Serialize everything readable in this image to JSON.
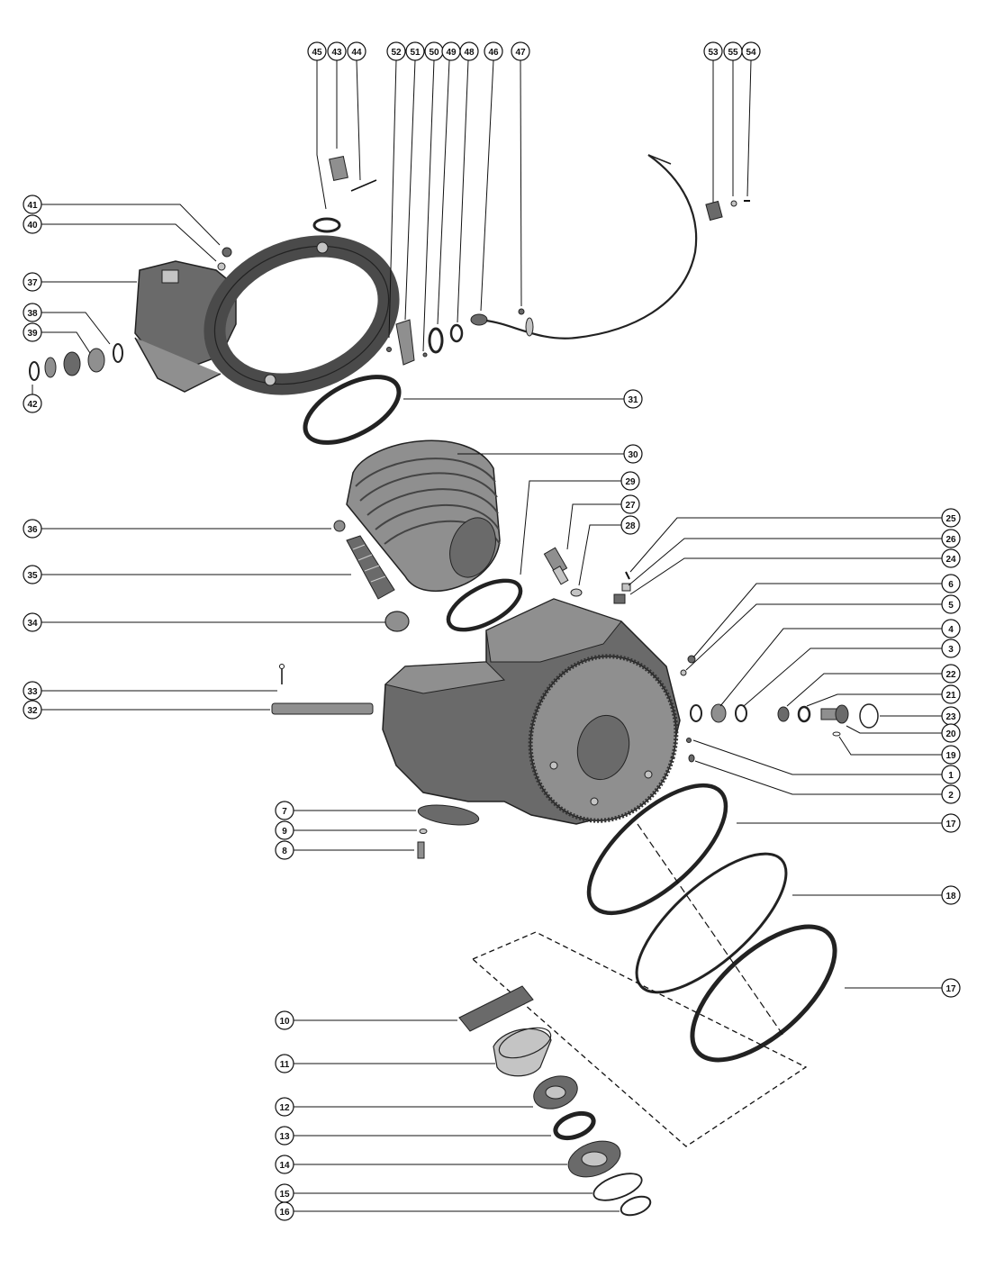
{
  "callouts": {
    "c1": "1",
    "c2": "2",
    "c3": "3",
    "c4": "4",
    "c5": "5",
    "c6": "6",
    "c7": "7",
    "c8": "8",
    "c9": "9",
    "c10": "10",
    "c11": "11",
    "c12": "12",
    "c13": "13",
    "c14": "14",
    "c15": "15",
    "c16": "16",
    "c17a": "17",
    "c17b": "17",
    "c18": "18",
    "c19": "19",
    "c20": "20",
    "c21": "21",
    "c22": "22",
    "c23": "23",
    "c24": "24",
    "c25": "25",
    "c26": "26",
    "c27": "27",
    "c28": "28",
    "c29": "29",
    "c30": "30",
    "c31": "31",
    "c32": "32",
    "c33": "33",
    "c34": "34",
    "c35": "35",
    "c36": "36",
    "c37": "37",
    "c38": "38",
    "c39": "39",
    "c40": "40",
    "c41": "41",
    "c42": "42",
    "c43": "43",
    "c44": "44",
    "c45": "45",
    "c46": "46",
    "c47": "47",
    "c48": "48",
    "c49": "49",
    "c50": "50",
    "c51": "51",
    "c52": "52",
    "c53": "53",
    "c54": "54",
    "c55": "55"
  }
}
